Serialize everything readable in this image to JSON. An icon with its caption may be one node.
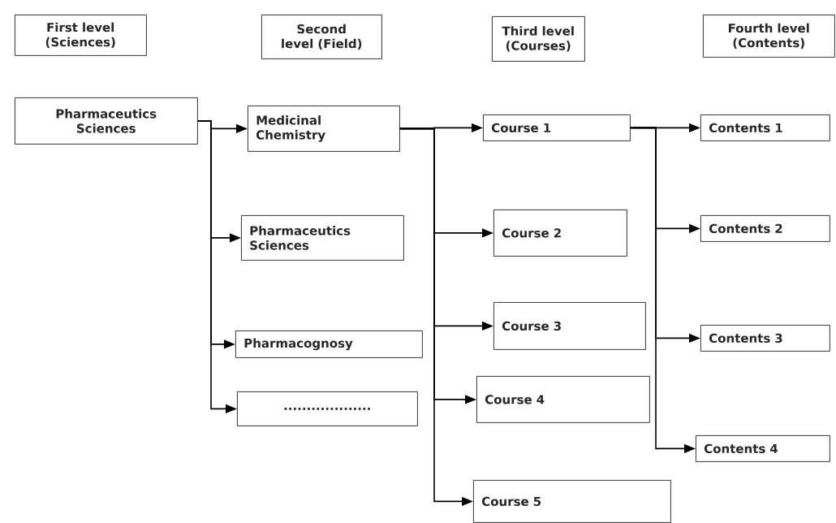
{
  "diagram": {
    "nodes": [
      {
        "text": [
          "First level (Sciences)"
        ]
      },
      {
        "text": [
          "Second level (Field)"
        ]
      },
      {
        "text": [
          "Third level (Courses)"
        ]
      },
      {
        "text": [
          "Fourth level (Contents)"
        ]
      },
      {
        "text": [
          "Pharmaceutics Sciences"
        ]
      },
      {
        "text": [
          "Medicinal Chemistry"
        ]
      },
      {
        "text": [
          "Pharmaceutics Sciences"
        ]
      },
      {
        "text": [
          "Pharmacognosy"
        ]
      },
      {
        "text": [
          "..................."
        ]
      },
      {
        "text": [
          "Course 1"
        ]
      },
      {
        "text": [
          "Course 2"
        ]
      },
      {
        "text": [
          "Course 3"
        ]
      },
      {
        "text": [
          "Course 4"
        ]
      },
      {
        "text": [
          "Course 5"
        ]
      },
      {
        "text": [
          "Contents 1"
        ]
      },
      {
        "text": [
          "Contents 2"
        ]
      },
      {
        "text": [
          "Contents 3"
        ]
      },
      {
        "text": [
          "Contents 4"
        ]
      }
    ],
    "edges": [
      {
        "from": 4,
        "to": 5,
        "arrow": "to"
      },
      {
        "from": 4,
        "to": 6,
        "arrow": "to"
      },
      {
        "from": 4,
        "to": 7,
        "arrow": "to"
      },
      {
        "from": 4,
        "to": 8,
        "arrow": "to"
      },
      {
        "from": 5,
        "to": 9,
        "arrow": "to"
      },
      {
        "from": 5,
        "to": 10,
        "arrow": "to"
      },
      {
        "from": 5,
        "to": 11,
        "arrow": "to"
      },
      {
        "from": 5,
        "to": 12,
        "arrow": "to"
      },
      {
        "from": 5,
        "to": 13,
        "arrow": "to"
      },
      {
        "from": 9,
        "to": 14,
        "arrow": "to"
      },
      {
        "from": 9,
        "to": 15,
        "arrow": "to"
      },
      {
        "from": 9,
        "to": 16,
        "arrow": "to"
      },
      {
        "from": 9,
        "to": 17,
        "arrow": "to"
      }
    ]
  }
}
